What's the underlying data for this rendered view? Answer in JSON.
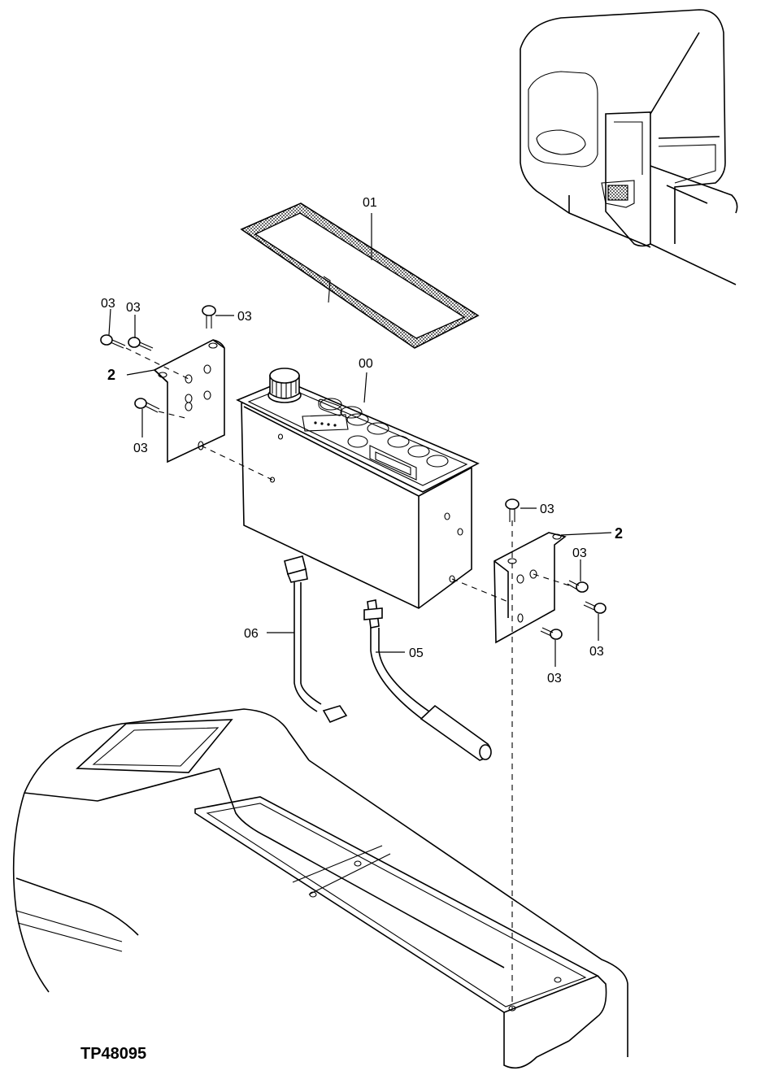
{
  "figure": {
    "figure_id": "TP48095"
  },
  "callouts": {
    "c01": "01",
    "c00": "00",
    "c05": "05",
    "c06": "06",
    "c2_left": "2",
    "c2_right": "2",
    "c03_a": "03",
    "c03_b": "03",
    "c03_c": "03",
    "c03_d": "03",
    "c03_e": "03",
    "c03_f": "03",
    "c03_g": "03",
    "c03_h": "03"
  },
  "parts": [
    {
      "callout": "00",
      "name": "air-conditioner-controller-unit"
    },
    {
      "callout": "01",
      "name": "gasket-seal-frame"
    },
    {
      "callout": "2",
      "name": "mounting-bracket"
    },
    {
      "callout": "03",
      "name": "bolt"
    },
    {
      "callout": "05",
      "name": "antenna-cable"
    },
    {
      "callout": "06",
      "name": "wiring-harness"
    }
  ]
}
